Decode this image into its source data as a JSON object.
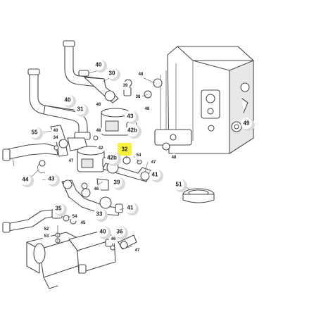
{
  "diagram": {
    "callouts": [
      {
        "id": "c40a",
        "text": "40",
        "kind": "bubble",
        "highlight": false
      },
      {
        "id": "c30",
        "text": "30",
        "kind": "bubble",
        "highlight": false
      },
      {
        "id": "c39a",
        "text": "39",
        "kind": "small",
        "highlight": false
      },
      {
        "id": "c38",
        "text": "38",
        "kind": "small",
        "highlight": false
      },
      {
        "id": "c48a",
        "text": "48",
        "kind": "small",
        "highlight": false
      },
      {
        "id": "c48b",
        "text": "48",
        "kind": "small",
        "highlight": false
      },
      {
        "id": "c40b",
        "text": "40",
        "kind": "bubble",
        "highlight": false
      },
      {
        "id": "c31",
        "text": "31",
        "kind": "bubble",
        "highlight": false
      },
      {
        "id": "c46a",
        "text": "46",
        "kind": "small",
        "highlight": false
      },
      {
        "id": "c43a",
        "text": "43",
        "kind": "bubble",
        "highlight": false
      },
      {
        "id": "c48c",
        "text": "48",
        "kind": "small",
        "highlight": false
      },
      {
        "id": "c42a",
        "text": "42b",
        "kind": "bubble",
        "highlight": false
      },
      {
        "id": "c49",
        "text": "49",
        "kind": "bubble",
        "highlight": false
      },
      {
        "id": "c40c",
        "text": "40",
        "kind": "small",
        "highlight": false
      },
      {
        "id": "c55",
        "text": "55",
        "kind": "bubble",
        "highlight": false
      },
      {
        "id": "c34",
        "text": "34",
        "kind": "small",
        "highlight": false
      },
      {
        "id": "c42b",
        "text": "42",
        "kind": "small",
        "highlight": false
      },
      {
        "id": "c32",
        "text": "32",
        "kind": "bubble",
        "highlight": true
      },
      {
        "id": "c54a",
        "text": "54",
        "kind": "small",
        "highlight": false
      },
      {
        "id": "c47a",
        "text": "47",
        "kind": "small",
        "highlight": false
      },
      {
        "id": "c48d",
        "text": "48",
        "kind": "small",
        "highlight": false
      },
      {
        "id": "c42c",
        "text": "42b",
        "kind": "bubble",
        "highlight": false
      },
      {
        "id": "c47b",
        "text": "47",
        "kind": "small",
        "highlight": false
      },
      {
        "id": "c41a",
        "text": "41",
        "kind": "bubble",
        "highlight": false
      },
      {
        "id": "c44",
        "text": "44",
        "kind": "bubble",
        "highlight": false
      },
      {
        "id": "c43b",
        "text": "43",
        "kind": "bubble",
        "highlight": false
      },
      {
        "id": "c39b",
        "text": "39",
        "kind": "bubble",
        "highlight": false
      },
      {
        "id": "c46b",
        "text": "46",
        "kind": "small",
        "highlight": false
      },
      {
        "id": "c51",
        "text": "51",
        "kind": "bubble",
        "highlight": false
      },
      {
        "id": "c35",
        "text": "35",
        "kind": "bubble",
        "highlight": false
      },
      {
        "id": "c54b",
        "text": "54",
        "kind": "small",
        "highlight": false
      },
      {
        "id": "c33",
        "text": "33",
        "kind": "bubble",
        "highlight": false
      },
      {
        "id": "c41b",
        "text": "41",
        "kind": "bubble",
        "highlight": false
      },
      {
        "id": "c45",
        "text": "45",
        "kind": "small",
        "highlight": false
      },
      {
        "id": "c52",
        "text": "52",
        "kind": "small",
        "highlight": false
      },
      {
        "id": "c53",
        "text": "53",
        "kind": "small",
        "highlight": false
      },
      {
        "id": "c40d",
        "text": "40",
        "kind": "bubble",
        "highlight": false
      },
      {
        "id": "c36",
        "text": "36",
        "kind": "bubble",
        "highlight": false
      },
      {
        "id": "c46c",
        "text": "46",
        "kind": "small",
        "highlight": false
      },
      {
        "id": "c47c",
        "text": "47",
        "kind": "small",
        "highlight": false
      }
    ],
    "colors": {
      "highlight": "#f7f03c",
      "line": "#4a4a4a",
      "bubble_shadow": "#d9d9d9"
    }
  }
}
